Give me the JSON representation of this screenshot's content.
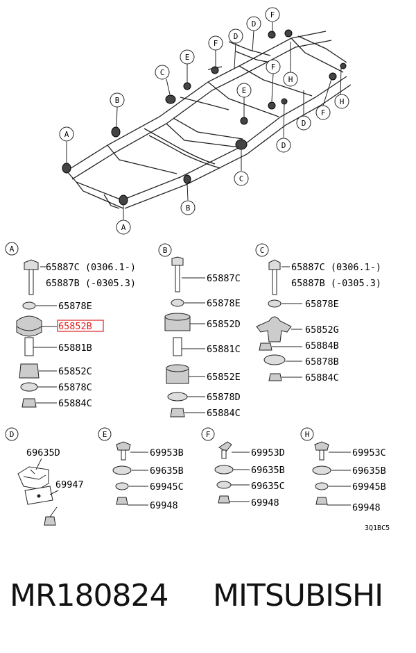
{
  "frame_callouts": [
    "F",
    "D",
    "D",
    "F",
    "E",
    "C",
    "B",
    "F",
    "E",
    "H",
    "D",
    "F",
    "H",
    "D",
    "C",
    "B",
    "A",
    "A"
  ],
  "sections": {
    "A": {
      "letter": "A",
      "labels": [
        "65887C (0306.1-)",
        "65887B (-0305.3)",
        "65878E",
        "65852B",
        "65881B",
        "65852C",
        "65878C",
        "65884C"
      ],
      "highlight": "65852B"
    },
    "B": {
      "letter": "B",
      "labels": [
        "65887C",
        "65878E",
        "65852D",
        "65881C",
        "65852E",
        "65878D",
        "65884C"
      ]
    },
    "C": {
      "letter": "C",
      "labels": [
        "65887C (0306.1-)",
        "65887B (-0305.3)",
        "65878E",
        "65852G",
        "65884B",
        "65878B",
        "65884C"
      ]
    },
    "D": {
      "letter": "D",
      "labels": [
        "69635D",
        "69947"
      ]
    },
    "E": {
      "letter": "E",
      "labels": [
        "69953B",
        "69635B",
        "69945C",
        "69948"
      ]
    },
    "F": {
      "letter": "F",
      "labels": [
        "69953D",
        "69635B",
        "69635C",
        "69948"
      ]
    },
    "H": {
      "letter": "H",
      "labels": [
        "69953C",
        "69635B",
        "69945B",
        "69948"
      ]
    }
  },
  "diagram_code": "3Q1BC5",
  "footer": {
    "part_number": "MR180824",
    "brand": "MITSUBISHI"
  },
  "colors": {
    "highlight": "#e02020",
    "line": "#222222"
  }
}
